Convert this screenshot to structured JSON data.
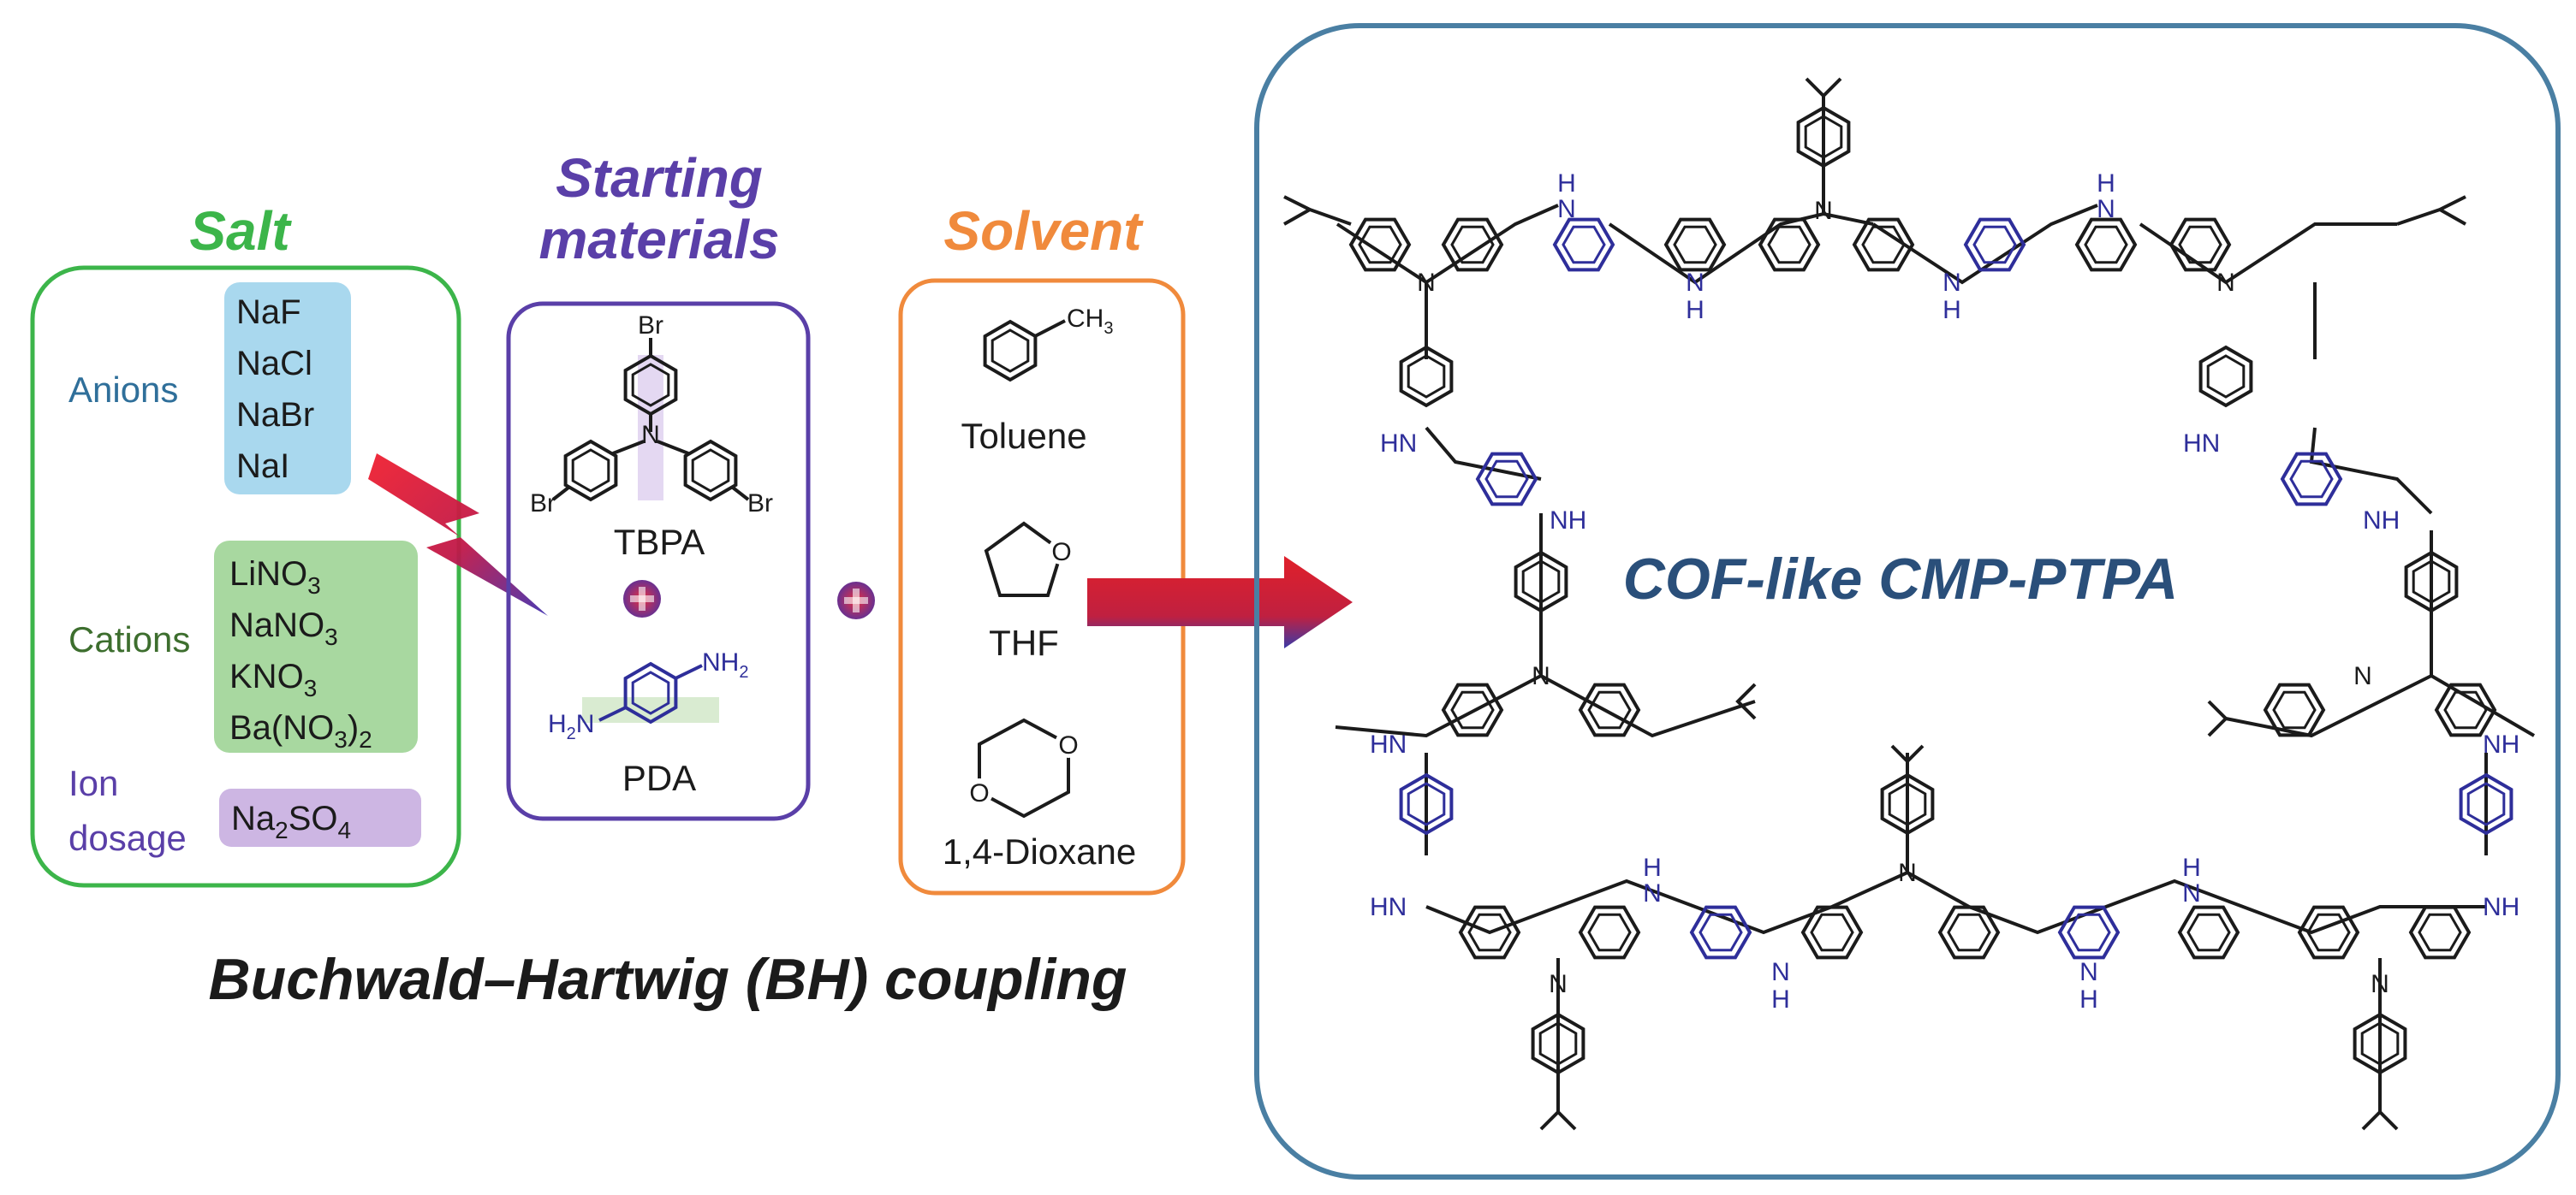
{
  "salt": {
    "title": "Salt",
    "anions_label": "Anions",
    "anions": [
      "NaF",
      "NaCl",
      "NaBr",
      "NaI"
    ],
    "cations_label": "Cations",
    "cations": [
      "LiNO3",
      "NaNO3",
      "KNO3",
      "Ba(NO3)2"
    ],
    "ion_dosage_label_1": "Ion",
    "ion_dosage_label_2": "dosage",
    "ion_dosage_item": "Na2SO4"
  },
  "starting_materials": {
    "title_line1": "Starting",
    "title_line2": "materials",
    "tbpa_label": "TBPA",
    "pda_label": "PDA",
    "br": "Br",
    "nh2": "NH2",
    "h2n": "H2N",
    "n": "N"
  },
  "solvent": {
    "title": "Solvent",
    "toluene": "Toluene",
    "ch3": "CH3",
    "thf": "THF",
    "dioxane": "1,4-Dioxane",
    "o": "O"
  },
  "reaction_name": "Buchwald–Hartwig (BH) coupling",
  "product": {
    "title": "COF-like CMP-PTPA",
    "nh": "NH",
    "hn": "HN",
    "h": "H",
    "n": "N"
  },
  "colors": {
    "salt_green": "#3cb54a",
    "materials_purple": "#5a3fa8",
    "solvent_orange": "#f08a3c",
    "product_border": "#4a7fa3",
    "product_title": "#2a4f7a",
    "anion_bg": "#a9d8ee",
    "cation_bg": "#a8d8a0",
    "dosage_bg": "#cdb6e3",
    "arrow_red": "#d8202a",
    "arrow_blue": "#3a3aa8"
  }
}
